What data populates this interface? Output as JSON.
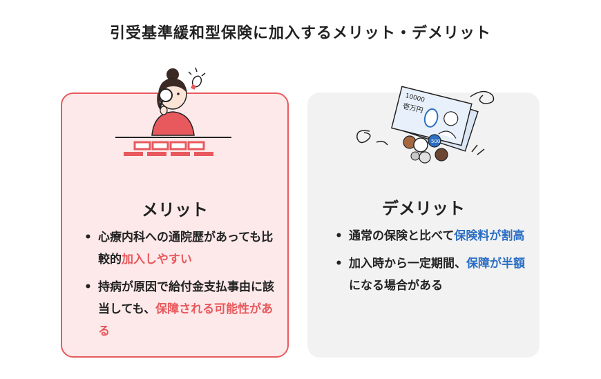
{
  "title": "引受基準緩和型保険に加入するメリット・デメリット",
  "colors": {
    "merit_accent": "#e8595d",
    "merit_bg": "#fde9ea",
    "demerit_accent": "#2b6fc4",
    "demerit_bg": "#f2f2f2"
  },
  "merit": {
    "heading": "メリット",
    "icon": "woman-magnifying-glass-icon",
    "items": [
      {
        "plain": "心療内科への通院歴があっても比較的",
        "highlight": "加入しやすい",
        "after": ""
      },
      {
        "plain": "持病が原因で給付金支払事由に該当しても、",
        "highlight": "保障される可能性がある",
        "after": ""
      }
    ]
  },
  "demerit": {
    "heading": "デメリット",
    "icon": "money-bills-coins-icon",
    "banknote_text": {
      "amount": "10000",
      "label": "壱万円"
    },
    "coin_text": "500",
    "items": [
      {
        "plain": "通常の保険と比べて",
        "highlight": "保険料が割高",
        "after": ""
      },
      {
        "plain": "加入時から一定期間、",
        "highlight": "保障が半額",
        "after": "になる場合がある"
      }
    ]
  }
}
